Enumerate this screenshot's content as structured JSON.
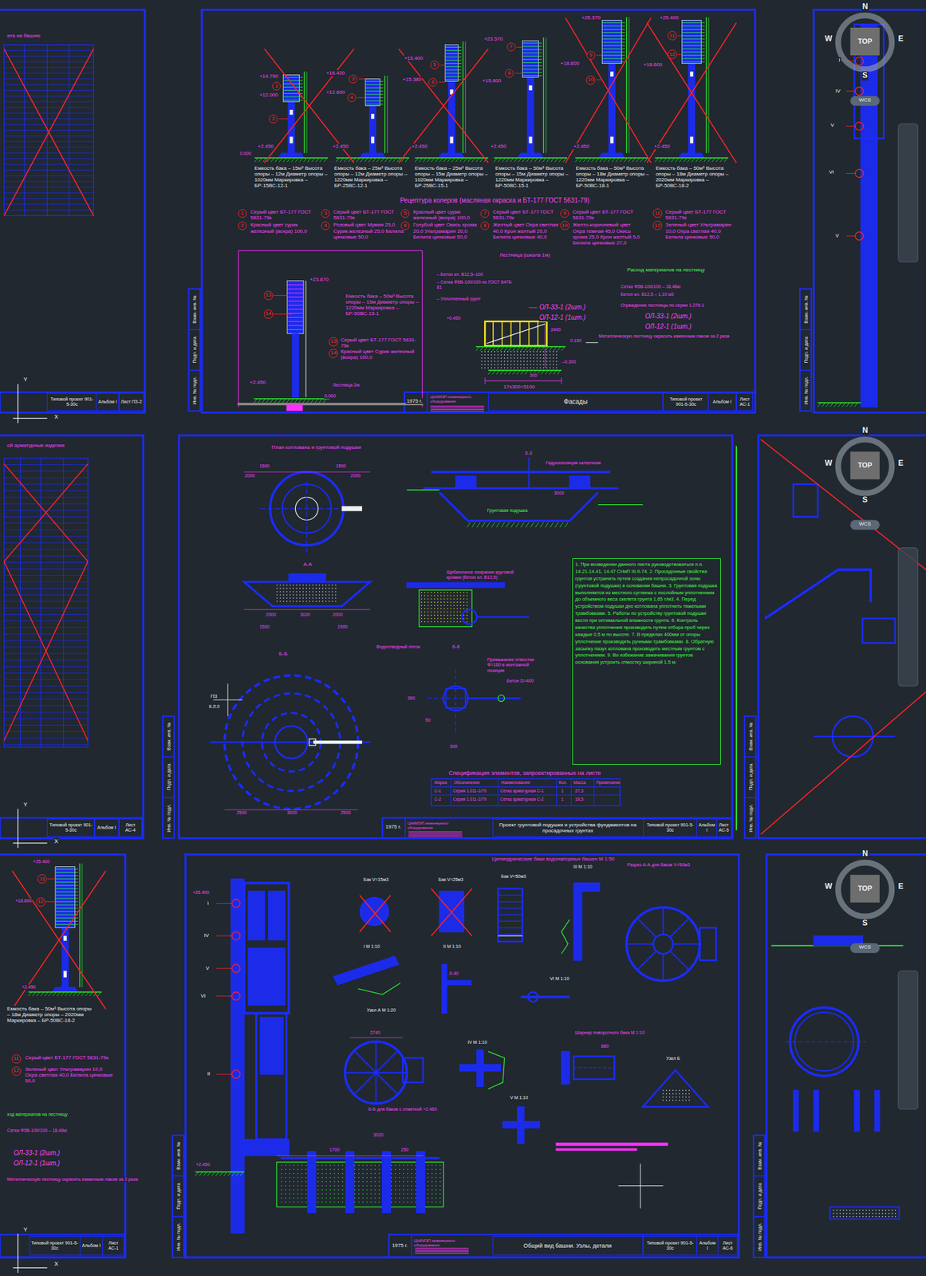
{
  "diagram": {
    "nodes": [
      {
        "text": [
          "1"
        ]
      },
      {
        "text": [
          "2"
        ]
      },
      {
        "text": [
          "3"
        ]
      },
      {
        "text": [
          "4"
        ]
      },
      {
        "text": [
          "5"
        ]
      },
      {
        "text": [
          "6"
        ]
      },
      {
        "text": [
          "7"
        ]
      },
      {
        "text": [
          "8"
        ]
      },
      {
        "text": [
          "9"
        ]
      },
      {
        "text": [
          "10"
        ]
      },
      {
        "text": [
          "11"
        ]
      },
      {
        "text": [
          "12"
        ]
      },
      {
        "text": [
          "1"
        ]
      },
      {
        "text": [
          "2"
        ]
      },
      {
        "text": [
          "3"
        ]
      },
      {
        "text": [
          "4"
        ]
      },
      {
        "text": [
          "5"
        ]
      },
      {
        "text": [
          "6"
        ]
      },
      {
        "text": [
          "7"
        ]
      },
      {
        "text": [
          "8"
        ]
      },
      {
        "text": [
          "9"
        ]
      },
      {
        "text": [
          "10"
        ]
      },
      {
        "text": [
          "11"
        ]
      },
      {
        "text": [
          "12"
        ]
      },
      {
        "text": [
          "13"
        ]
      },
      {
        "text": [
          "14"
        ]
      },
      {
        "text": [
          "13"
        ]
      },
      {
        "text": [
          "14"
        ]
      },
      {
        "text": [
          "11"
        ]
      },
      {
        "text": [
          "12"
        ]
      },
      {
        "text": [
          "11"
        ]
      },
      {
        "text": [
          "12"
        ]
      },
      {
        "text": [
          "1. При возведении данного листа руководствоваться п.п. 14.21-14.41, 14.47 СНиП III-9-74. 2. Просадочные свойства грунтов устранить путем создания непросадочной зоны (грунтовой подушки) в основании башни. 3. Грунтовая подушка выполняется из местного суглинка с послойным уплотнением до объемного веса скелета грунта 1,65 т/м3. 4. Перед устройством подушки дно котлована уплотнить тяжелыми трамбовками. 5. Работы по устройству грунтовой подушки вести при оптимальной влажности грунта. 6. Контроль качества уплотнения производить путем отбора проб через каждые 0,5 м по высоте. 7. В пределах 400мм от опоры уплотнение производить ручными трамбовками. 8. Обратную засыпку пазух котлована производить местным грунтом с уплотнением. 9. Во избежание замачивания грунтов основания устроить отмостку шириной 1,5 м."
        ]
      },
      {
        "text": [
          "Фасады"
        ]
      },
      {
        "text": [
          "Типовой проект 901-5-30с"
        ]
      },
      {
        "text": [
          "Альбом I"
        ]
      },
      {
        "text": [
          "Лист АС-1"
        ]
      },
      {
        "text": [
          "Проект грунтовой подушки и устройства фундаментов на просадочных грунтах"
        ]
      },
      {
        "text": [
          "Типовой проект 901-5-30с"
        ]
      },
      {
        "text": [
          "Альбом I"
        ]
      },
      {
        "text": [
          "Лист АС-5"
        ]
      },
      {
        "text": [
          "Общий вид башни. Узлы, детали"
        ]
      },
      {
        "text": [
          "Типовой проект 901-5-30с"
        ]
      },
      {
        "text": [
          "Альбом I"
        ]
      },
      {
        "text": [
          "Лист АС-6"
        ]
      },
      {
        "text": [
          "Типовой проект 901-5-30с"
        ]
      },
      {
        "text": [
          "Альбом I"
        ]
      },
      {
        "text": [
          "Лист ПЗ-2"
        ]
      },
      {
        "text": [
          "Типовой проект 901-5-30с"
        ]
      },
      {
        "text": [
          "Альбом I"
        ]
      },
      {
        "text": [
          "Лист АС-4"
        ]
      },
      {
        "text": [
          "Типовой проект 901-5-30с"
        ]
      },
      {
        "text": [
          "Альбом I"
        ]
      },
      {
        "text": [
          "Лист АС-1"
        ]
      }
    ],
    "labels": [
      "+14.790",
      "+12.000",
      "+16.420",
      "+12.600",
      "+15.400",
      "+15.380",
      "+23.570",
      "+15.600",
      "+25.370",
      "+18.600",
      "+25.400",
      "+18.600",
      "+2.450",
      "+2.450",
      "+2.450",
      "+2.450",
      "+2.450",
      "+2.450",
      "0.000",
      "Емкость бака – 15м³ Высота опоры – 12м Диаметр опоры – 1020мм Маркировка – БР-15ВС-12-1",
      "Емкость бака – 25м³ Высота опоры – 12м Диаметр опоры – 1220мм Маркировка – БР-25ВС-12-1",
      "Емкость бака – 25м³ Высота опоры – 15м Диаметр опоры – 1020мм Маркировка – БР-25ВС-15-1",
      "Емкость бака – 50м³ Высота опоры – 15м Диаметр опоры – 1220мм Маркировка – БР-50ВС-15-1",
      "Емкость бака – 50м³ Высота опоры – 18м Диаметр опоры – 1220мм Маркировка – БР-50ВС-18-1",
      "Емкость бака – 50м³ Высота опоры – 18м Диаметр опоры – 2020мм Маркировка – БР-50ВС-18-2",
      "Рецептура колеров (масляная окраска и БТ-177 ГОСТ 5631-79)",
      "Серый цвет БТ-177 ГОСТ 5631-79к",
      "Красный цвет сурик железный (вохра) 100,0",
      "Серый цвет БТ-177 ГОСТ 5631-79к",
      "Розовый цвет Мумия 25,0 Сурик железный 25,0 Белила цинковые 50,0",
      "Красный цвет сурик железный (вохра) 100,0",
      "Голубой цвет Окись хрома 20,0 Ультрамарин 20,0 Белила цинковые 50,0",
      "Серый цвет БТ-177 ГОСТ 5631-79к",
      "Желтый цвет Охра светлая 40,0 Крон желтый 20,0 Белила цинковые 40,0",
      "Серый цвет БТ-177 ГОСТ 5631-79к",
      "Желто-коричневый цвет Охра темная 45,0 Окись хрома 25,0 Крон желтый 5,0 Белила цинковые 27,0",
      "Серый цвет БТ-177 ГОСТ 5631-79к",
      "Зеленый цвет Ультрамарин 10,0 Охра светлая 40,0 Белила цинковые 50,0",
      "+23.870",
      "Емкость бака – 50м³ Высота опоры – 15м Диаметр опоры – 1220мм Маркировка – БР-50ВС-15-1",
      "Серый цвет БТ-177 ГОСТ 5631-79к",
      "Красный цвет Сурик железный (вохра) 100,0",
      "+2.450",
      "0.000",
      "Лестница 2м",
      "Лестница (шкала 1м)",
      "– Бетон кл. В12,5–100",
      "– Сетка Ф5В-100/100 по ГОСТ 8478-81",
      "– Уплотненный грунт",
      "+0.450",
      "ОЛ-33-1 (2шт.)",
      "ОЛ-12-1 (1шт.)",
      "0.150",
      "–0.300",
      "300",
      "17х300=5100",
      "2400",
      "Расход материалов на лестницу",
      "Сетка Ф5В-100/100 – 18,48кг.",
      "Бетон кл. В12,5 – 1,10 м3",
      "Ограждение лестницы по серии 1.276-1",
      "ОЛ-33-1 (2шт.)",
      "ОЛ-12-1 (1шт.)",
      "Металлическую лестницу окрасить каменным лаком за 2 раза",
      "1975 г.",
      "ЦНИИЭП инженерного оборудования",
      "План котлована и грунтовой подушки",
      "1500",
      "1500",
      "2000",
      "2000",
      "А-А",
      "2000",
      "3020",
      "2000",
      "1500",
      "1500",
      "Б-Б",
      "2500",
      "3020",
      "2500",
      "П3",
      "К.Л.0",
      "3-3",
      "Гидроизоляция оклеечная",
      "3000",
      "Грунтовая подушка",
      "Щебеночное опирание круговой кромки (бетон кл. В12,5)",
      "Водоотводный лоток",
      "6-6",
      "Примыкание отмостки Ф=160 в монтажной позиции",
      "Бетон D=400",
      "350",
      "50",
      "300",
      "Спецификация элементов, запроектированных на листе",
      "Марка",
      "Обозначение",
      "Наименование",
      "Кол.",
      "Масса",
      "Примечание",
      "С-1",
      "Серия 1.011-1/79",
      "Сетка арматурная С-1",
      "1",
      "27,3",
      "С-2",
      "Серия 1.011-1/79",
      "Сетка арматурная С-2",
      "1",
      "18,5",
      "1975 г.",
      "ЦНИИЭП инженерного оборудования",
      "Цилиндрические баки водонапорных башен М 1:50",
      "Бак V=15м3",
      "Бак V=25м3",
      "Бак V=50м3",
      "III М 1:10",
      "Разрез А-А для баков V=50м3",
      "I",
      "IV",
      "V",
      "VI",
      "II",
      "+25.400",
      "+2.450",
      "I М 1:10",
      "II М 1:10",
      "Л-40",
      "VI М 1:10",
      "Узел А М 1:20",
      "2740",
      "IV М 1:10",
      "Шарнир поворотного бака М 1:10",
      "880",
      "Узел Б",
      "V М 1:10",
      "Б-Б для баков с отметкой +2.450",
      "3020",
      "1700",
      "250",
      "1975 г.",
      "ЦНИИЭП инженерного оборудования",
      "ата на башню",
      "ой арматурные изделия",
      "+25.400",
      "+18.600",
      "+2.450",
      "Емкость бака – 50м³ Высота опоры – 18м Диаметр опоры – 2020мм Маркировка – БР-50ВС-18-2",
      "Серый цвет БТ-177 ГОСТ 5631-79к",
      "Зеленый цвет Ультрамарин 10,0 Охра светлая 40,0 Белила цинковые 50,0",
      "ход материалов на лестницу",
      "Сетка Ф5В-100/100 – 18,48кг.",
      "ОЛ-33-1 (2шт.)",
      "ОЛ-12-1 (1шт.)",
      "Металлическую лестницу окрасить каменным лаком за 2 раза",
      "Y",
      "X",
      "Y",
      "X",
      "Y",
      "X",
      "N",
      "W",
      "E",
      "S",
      "TOP",
      "WCS",
      "N",
      "W",
      "E",
      "S",
      "TOP",
      "WCS",
      "N",
      "W",
      "E",
      "S",
      "TOP",
      "WCS",
      "Взам. инв. №",
      "Подп. и дата",
      "Инв. № подл.",
      "Взам. инв. №",
      "Подп. и дата",
      "Инв. № подл.",
      "Взам. инв. №",
      "Подп. и дата",
      "Инв. № подл.",
      "Взам. инв. №",
      "Подп. и дата",
      "Инв. № подл.",
      "Взам. инв. №",
      "Подп. и дата",
      "Инв. № подл.",
      "Взам. инв. №",
      "Подп. и дата",
      "Инв. № подл.",
      "I",
      "IV",
      "V",
      "VI",
      "V"
    ]
  }
}
